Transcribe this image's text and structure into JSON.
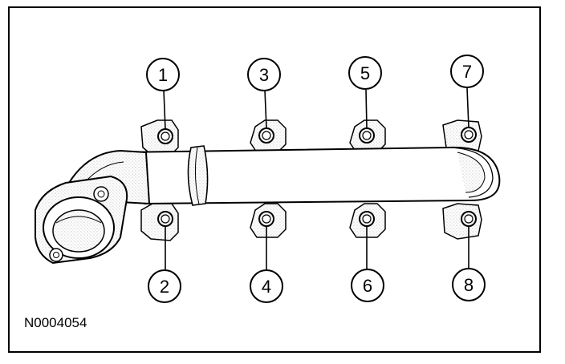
{
  "figure": {
    "id_label": "N0004054",
    "callouts": [
      {
        "number": "1"
      },
      {
        "number": "2"
      },
      {
        "number": "3"
      },
      {
        "number": "4"
      },
      {
        "number": "5"
      },
      {
        "number": "6"
      },
      {
        "number": "7"
      },
      {
        "number": "8"
      }
    ]
  },
  "colors": {
    "line": "#000000",
    "stipple": "#9a9a9a",
    "background": "#ffffff"
  }
}
